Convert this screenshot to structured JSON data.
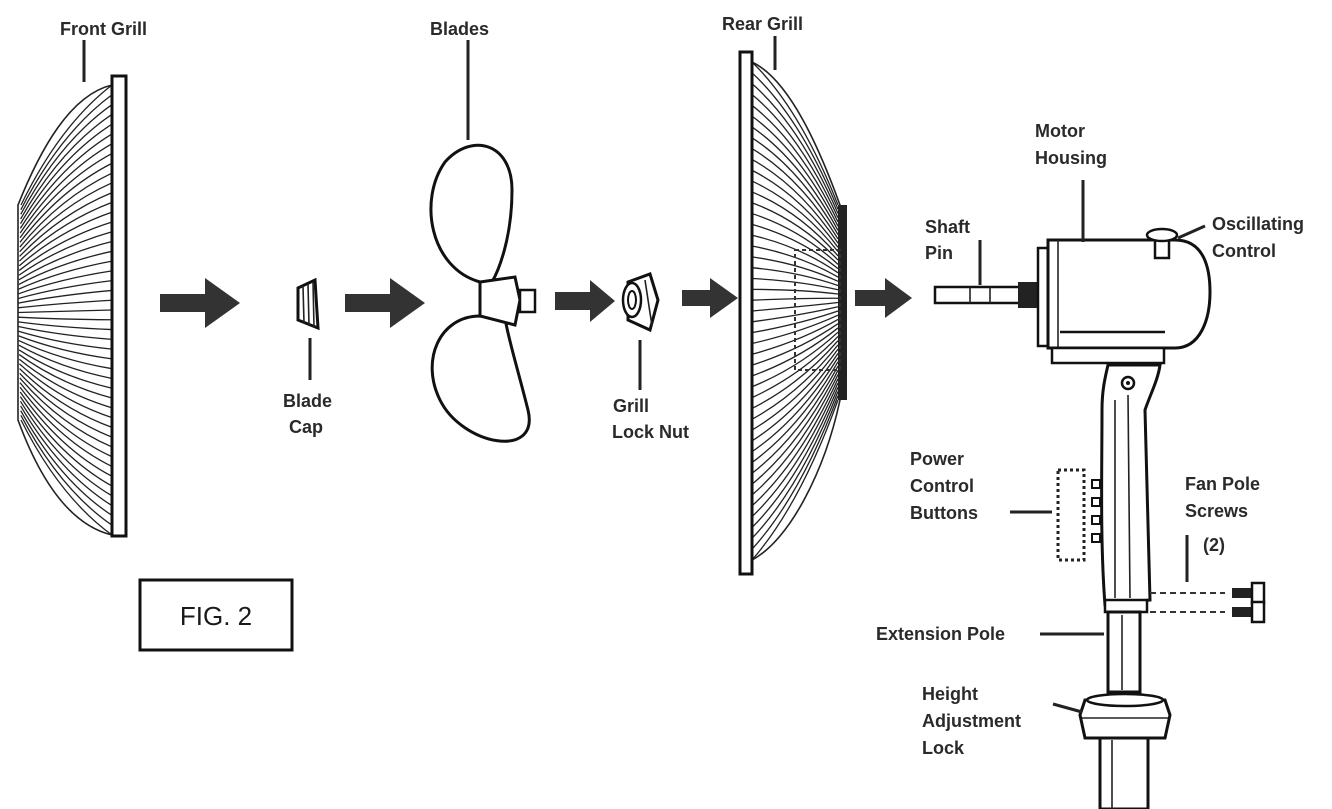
{
  "labels": {
    "front_grill": "Front Grill",
    "blades": "Blades",
    "rear_grill": "Rear Grill",
    "motor_housing_1": "Motor",
    "motor_housing_2": "Housing",
    "shaft_pin_1": "Shaft",
    "shaft_pin_2": "Pin",
    "oscillating_1": "Oscillating",
    "oscillating_2": "Control",
    "blade_cap_1": "Blade",
    "blade_cap_2": "Cap",
    "grill_lock_nut_1": "Grill",
    "grill_lock_nut_2": "Lock Nut",
    "power_buttons_1": "Power",
    "power_buttons_2": "Control",
    "power_buttons_3": "Buttons",
    "fan_pole_screws_1": "Fan Pole",
    "fan_pole_screws_2": "Screws",
    "fan_pole_screws_3": "(2)",
    "extension_pole": "Extension Pole",
    "height_lock_1": "Height",
    "height_lock_2": "Adjustment",
    "height_lock_3": "Lock"
  },
  "figure_label": "FIG. 2"
}
